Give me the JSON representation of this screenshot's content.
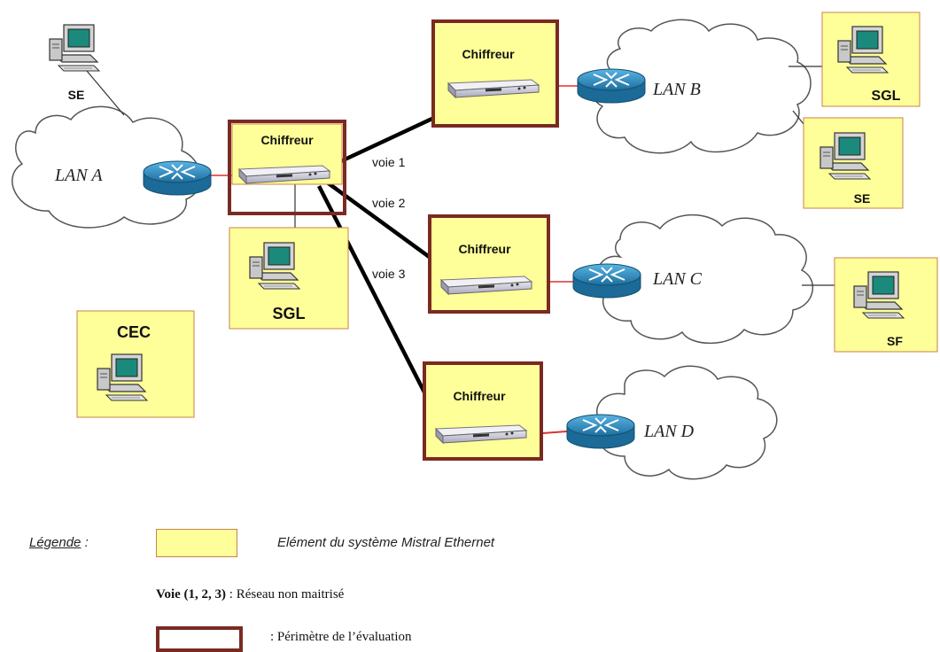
{
  "labels": {
    "se_top": "SE",
    "sgl_right": "SGL",
    "se_right": "SE",
    "sgl_mid": "SGL",
    "cec": "CEC",
    "sf": "SF"
  },
  "chiffreurs": {
    "center": "Chiffreur",
    "top": "Chiffreur",
    "middle": "Chiffreur",
    "bottom": "Chiffreur"
  },
  "lans": {
    "a": "LAN A",
    "b": "LAN B",
    "c": "LAN C",
    "d": "LAN D"
  },
  "voies": {
    "v1": "voie 1",
    "v2": "voie 2",
    "v3": "voie 3"
  },
  "legend": {
    "title": "Légende",
    "title_suffix": " :",
    "yellow_desc": "Elément du système Mistral Ethernet",
    "voie_bold": "Voie (1, 2, 3)",
    "voie_desc": " : Réseau non maitrisé",
    "perimeter_desc": ": Périmètre de l’évaluation"
  },
  "colors": {
    "element_fill": "#ffff99",
    "element_border": "#c8824a",
    "perimeter_border": "#7a2a22",
    "router": "#2f8fc4",
    "link_local": "#e03030",
    "link_voie": "#000000"
  }
}
